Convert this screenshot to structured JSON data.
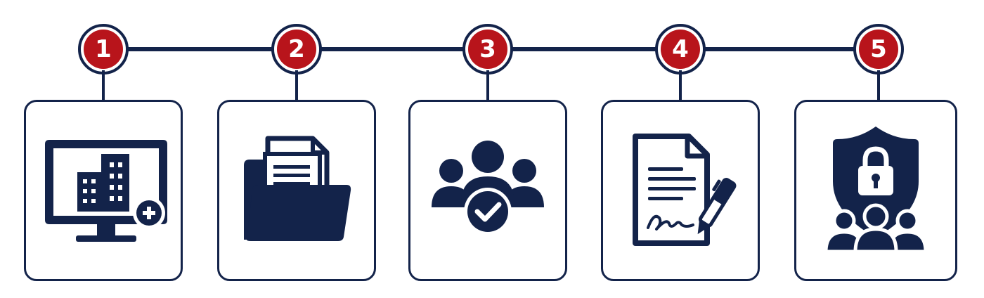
{
  "colors": {
    "navy": "#13234a",
    "red": "#b8141b",
    "background": "#ffffff"
  },
  "steps": [
    {
      "number": "1",
      "icon": "monitor-building-add-icon"
    },
    {
      "number": "2",
      "icon": "folder-documents-icon"
    },
    {
      "number": "3",
      "icon": "group-approved-icon"
    },
    {
      "number": "4",
      "icon": "document-signature-icon"
    },
    {
      "number": "5",
      "icon": "shield-lock-people-icon"
    }
  ]
}
